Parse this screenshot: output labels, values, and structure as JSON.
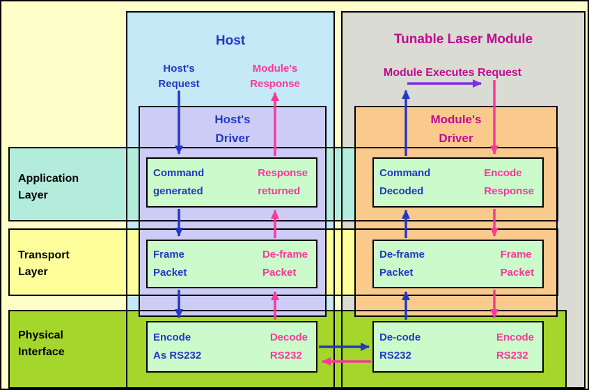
{
  "titles": {
    "host": "Host",
    "module": "Tunable Laser Module"
  },
  "flow_labels": {
    "host_request": {
      "line1": "Host's",
      "line2": "Request"
    },
    "module_response": {
      "line1": "Module's",
      "line2": "Response"
    },
    "module_executes_request": "Module Executes Request"
  },
  "drivers": {
    "host": {
      "line1": "Host's",
      "line2": "Driver"
    },
    "module": {
      "line1": "Module's",
      "line2": "Driver"
    }
  },
  "layers": {
    "application": {
      "line1": "Application",
      "line2": "Layer"
    },
    "transport": {
      "line1": "Transport",
      "line2": "Layer"
    },
    "physical": {
      "line1": "Physical",
      "line2": "Interface"
    }
  },
  "processes": {
    "host_application": {
      "left": {
        "line1": "Command",
        "line2": "generated"
      },
      "right": {
        "line1": "Response",
        "line2": "returned"
      }
    },
    "host_transport": {
      "left": {
        "line1": "Frame",
        "line2": "Packet"
      },
      "right": {
        "line1": "De-frame",
        "line2": "Packet"
      }
    },
    "host_physical": {
      "left": {
        "line1": "Encode",
        "line2": "As RS232"
      },
      "right": {
        "line1": "Decode",
        "line2": "RS232"
      }
    },
    "module_application": {
      "left": {
        "line1": "Command",
        "line2": "Decoded"
      },
      "right": {
        "line1": "Encode",
        "line2": "Response"
      }
    },
    "module_transport": {
      "left": {
        "line1": "De-frame",
        "line2": "Packet"
      },
      "right": {
        "line1": "Frame",
        "line2": "Packet"
      }
    },
    "module_physical": {
      "left": {
        "line1": "De-code",
        "line2": "RS232"
      },
      "right": {
        "line1": "Encode",
        "line2": "RS232"
      }
    }
  },
  "colors": {
    "page_bg": "#FEFEC8",
    "host_column": "#C5E9F6",
    "module_column": "#DADBD3",
    "application_band": "#B3ECDB",
    "transport_band": "#FEFE9A",
    "physical_band": "#A4D62C",
    "host_driver": "#CCCCF6",
    "module_driver": "#FACA8C",
    "process_box": "#CBFBCB",
    "blue": "#2337C5",
    "pink": "#F8399A",
    "magenta": "#C00A92",
    "purple": "#7D2EE2",
    "border": "#000000"
  }
}
